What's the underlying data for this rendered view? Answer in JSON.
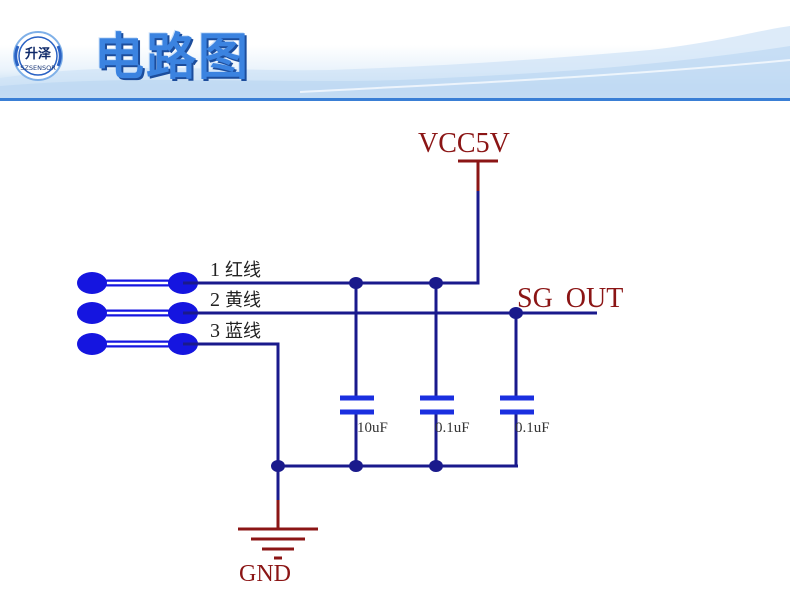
{
  "header": {
    "logo_cn": "升泽",
    "logo_en": "SZSENSOR",
    "title": "电路图"
  },
  "schematic": {
    "power_label": "VCC5V",
    "ground_label": "GND",
    "output_label": "SG OUT",
    "wires": [
      {
        "number": "1",
        "name": "红线"
      },
      {
        "number": "2",
        "name": "黄线"
      },
      {
        "number": "3",
        "name": "蓝线"
      }
    ],
    "capacitors": [
      {
        "value": "10uF"
      },
      {
        "value": "0.1uF"
      },
      {
        "value": "0.1uF"
      }
    ],
    "colors": {
      "wire": "#1a1a8c",
      "pad": "#1515e0",
      "capacitor": "#1a2fe0",
      "power_ground": "#8b1515",
      "accent": "#3a7fd5"
    }
  }
}
